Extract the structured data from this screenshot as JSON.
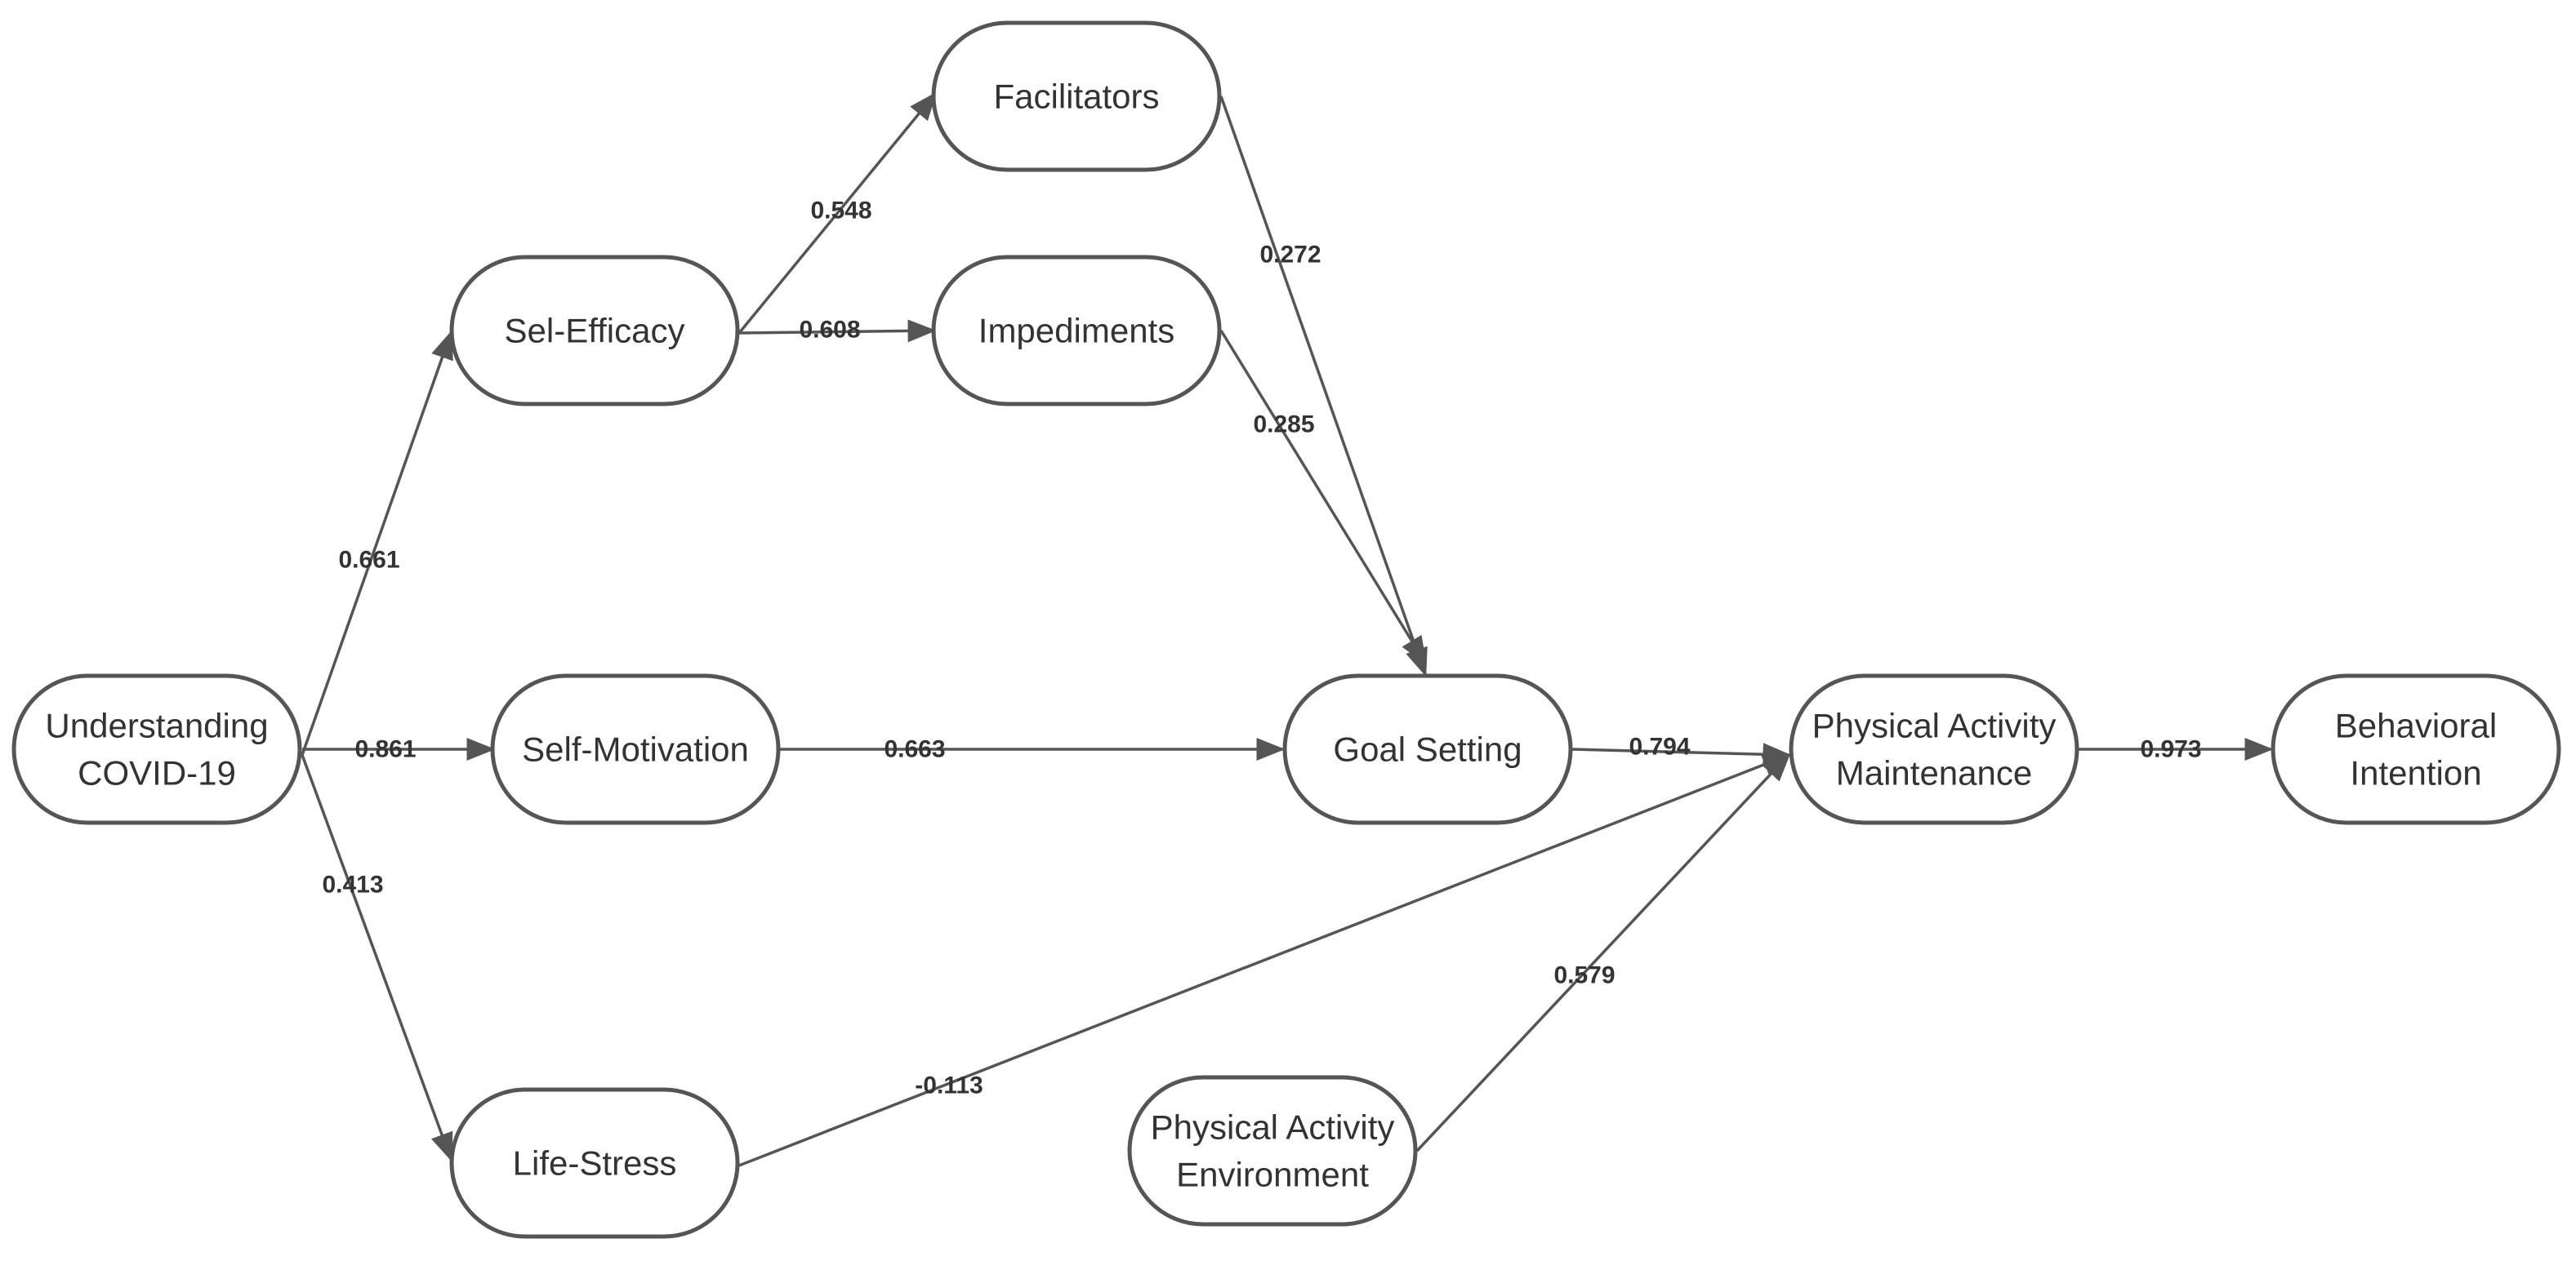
{
  "nodes": [
    {
      "id": "understanding",
      "lines": [
        "Understanding",
        "COVID-19"
      ]
    },
    {
      "id": "self-efficacy",
      "lines": [
        "Sel-Efficacy"
      ]
    },
    {
      "id": "self-motivation",
      "lines": [
        "Self-Motivation"
      ]
    },
    {
      "id": "life-stress",
      "lines": [
        "Life-Stress"
      ]
    },
    {
      "id": "facilitators",
      "lines": [
        "Facilitators"
      ]
    },
    {
      "id": "impediments",
      "lines": [
        "Impediments"
      ]
    },
    {
      "id": "goal-setting",
      "lines": [
        "Goal Setting"
      ]
    },
    {
      "id": "pa-environment",
      "lines": [
        "Physical Activity",
        "Environment"
      ]
    },
    {
      "id": "pa-maintenance",
      "lines": [
        "Physical Activity",
        "Maintenance"
      ]
    },
    {
      "id": "behavioral-intention",
      "lines": [
        "Behavioral",
        "Intention"
      ]
    }
  ],
  "edges": [
    {
      "id": "understanding-to-self-efficacy",
      "from": "understanding",
      "to": "self-efficacy",
      "label": "0.661"
    },
    {
      "id": "understanding-to-self-motivation",
      "from": "understanding",
      "to": "self-motivation",
      "label": "0.861"
    },
    {
      "id": "understanding-to-life-stress",
      "from": "understanding",
      "to": "life-stress",
      "label": "0.413"
    },
    {
      "id": "self-efficacy-to-facilitators",
      "from": "self-efficacy",
      "to": "facilitators",
      "label": "0.548"
    },
    {
      "id": "self-efficacy-to-impediments",
      "from": "self-efficacy",
      "to": "impediments",
      "label": "0.608"
    },
    {
      "id": "facilitators-to-goal-setting",
      "from": "facilitators",
      "to": "goal-setting",
      "label": "0.272"
    },
    {
      "id": "impediments-to-goal-setting",
      "from": "impediments",
      "to": "goal-setting",
      "label": "0.285"
    },
    {
      "id": "self-motivation-to-goal-setting",
      "from": "self-motivation",
      "to": "goal-setting",
      "label": "0.663"
    },
    {
      "id": "goal-setting-to-pa-maintenance",
      "from": "goal-setting",
      "to": "pa-maintenance",
      "label": "0.794"
    },
    {
      "id": "life-stress-to-pa-maintenance",
      "from": "life-stress",
      "to": "pa-maintenance",
      "label": "-0.113"
    },
    {
      "id": "pa-environment-to-pa-maintenance",
      "from": "pa-environment",
      "to": "pa-maintenance",
      "label": "0.579"
    },
    {
      "id": "pa-maintenance-to-behavioral-intention",
      "from": "pa-maintenance",
      "to": "behavioral-intention",
      "label": "0.973"
    }
  ]
}
